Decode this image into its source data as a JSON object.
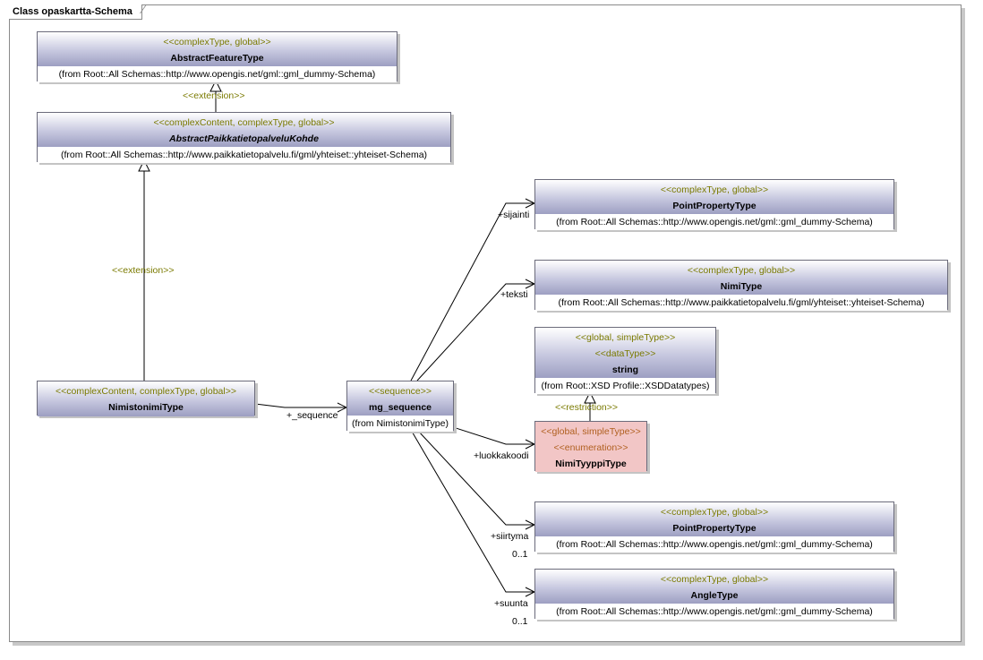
{
  "frame": {
    "title": "Class opaskartta-Schema"
  },
  "classes": {
    "abstract_feature": {
      "stereotype": "<<complexType, global>>",
      "name": "AbstractFeatureType",
      "from": "(from Root::All Schemas::http://www.opengis.net/gml::gml_dummy-Schema)"
    },
    "abstract_kohde": {
      "stereotype": "<<complexContent, complexType, global>>",
      "name": "AbstractPaikkatietopalveluKohde",
      "from": "(from Root::All Schemas::http://www.paikkatietopalvelu.fi/gml/yhteiset::yhteiset-Schema)"
    },
    "nimistonimi": {
      "stereotype": "<<complexContent, complexType, global>>",
      "name": "NimistonimiType"
    },
    "mg_sequence": {
      "stereotype": "<<sequence>>",
      "name": "mg_sequence",
      "from": "(from NimistonimiType)"
    },
    "point1": {
      "stereotype": "<<complexType, global>>",
      "name": "PointPropertyType",
      "from": "(from Root::All Schemas::http://www.opengis.net/gml::gml_dummy-Schema)"
    },
    "nimi": {
      "stereotype": "<<complexType, global>>",
      "name": "NimiType",
      "from": "(from Root::All Schemas::http://www.paikkatietopalvelu.fi/gml/yhteiset::yhteiset-Schema)"
    },
    "string": {
      "stereotype1": "<<global, simpleType>>",
      "stereotype2": "<<dataType>>",
      "name": "string",
      "from": "(from Root::XSD Profile::XSDDatatypes)"
    },
    "nimityyppi": {
      "stereotype1": "<<global, simpleType>>",
      "stereotype2": "<<enumeration>>",
      "name": "NimiTyyppiType"
    },
    "point2": {
      "stereotype": "<<complexType, global>>",
      "name": "PointPropertyType",
      "from": "(from Root::All Schemas::http://www.opengis.net/gml::gml_dummy-Schema)"
    },
    "angle": {
      "stereotype": "<<complexType, global>>",
      "name": "AngleType",
      "from": "(from Root::All Schemas::http://www.opengis.net/gml::gml_dummy-Schema)"
    }
  },
  "connectors": {
    "extension1": "<<extension>>",
    "extension2": "<<extension>>",
    "restriction": "<<restriction>>",
    "sequence_role": "+_sequence",
    "sijainti": "+sijainti",
    "teksti": "+teksti",
    "luokkakoodi": "+luokkakoodi",
    "siirtyma": "+siirtyma",
    "siirtyma_mult": "0..1",
    "suunta": "+suunta",
    "suunta_mult": "0..1"
  },
  "colors": {
    "class_fill": "#c6c7df",
    "enum_fill": "#f2c6c6",
    "stereotype_text": "#7a7a00",
    "line": "#000000"
  }
}
